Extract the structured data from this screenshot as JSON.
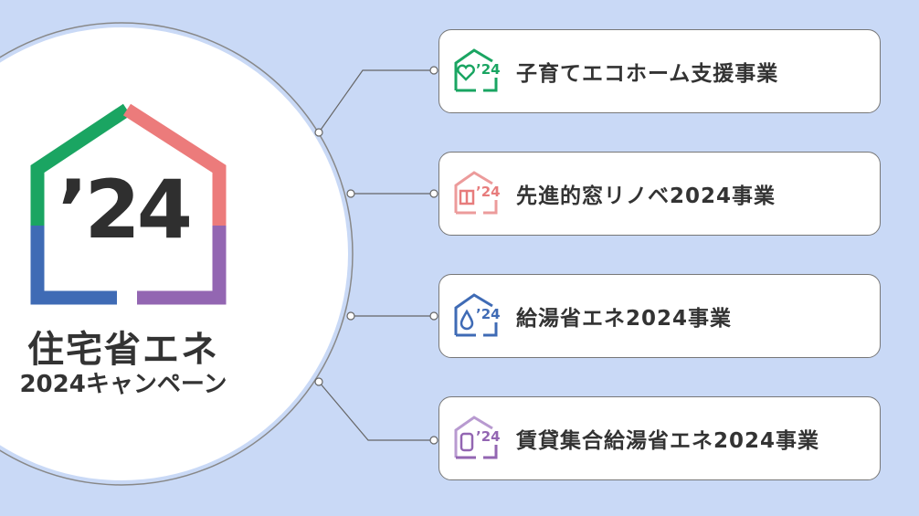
{
  "logo": {
    "year": "’24",
    "title": "住宅省エネ",
    "subtitle": "2024キャンペーン"
  },
  "programs": [
    {
      "label": "子育てエコホーム支援事業",
      "icon": "heart-house-icon",
      "color": "#1a9e5c"
    },
    {
      "label": "先進的窓リノベ2024事業",
      "icon": "window-house-icon",
      "color": "#e77c7c"
    },
    {
      "label": "給湯省エネ2024事業",
      "icon": "water-drop-house-icon",
      "color": "#3f6fb8"
    },
    {
      "label": "賃貸集合給湯省エネ2024事業",
      "icon": "water-heater-house-icon",
      "color": "#9569b4"
    }
  ],
  "icon_year": "’24",
  "colors": {
    "background": "#c9d9f6",
    "green": "#1aa562",
    "pink": "#ec7b7b",
    "blue": "#3f6bb5",
    "purple": "#9366b2"
  }
}
